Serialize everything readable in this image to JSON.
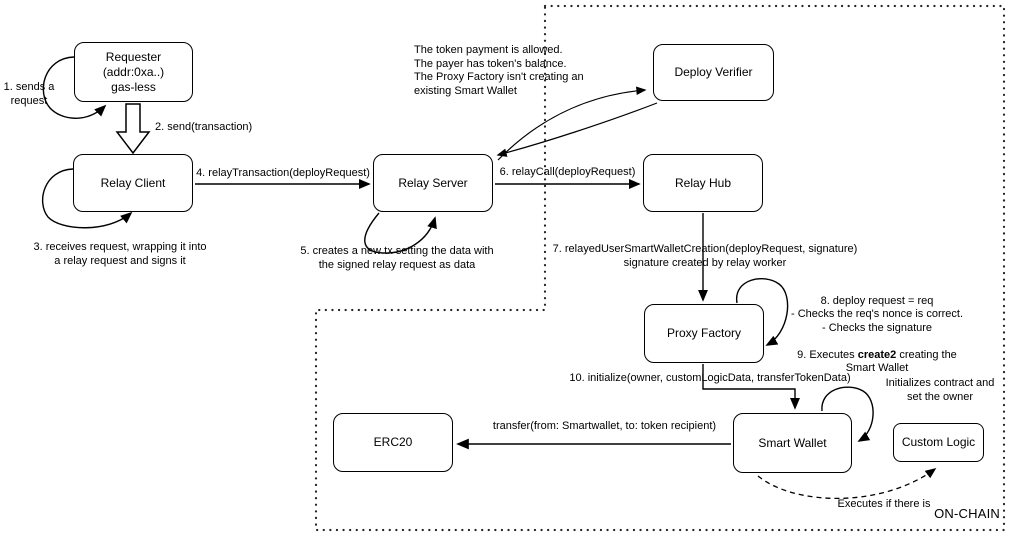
{
  "boxes": {
    "requester": "Requester\n(addr:0xa..)\ngas-less",
    "relay_client": "Relay Client",
    "relay_server": "Relay Server",
    "deploy_verifier": "Deploy Verifier",
    "relay_hub": "Relay Hub",
    "proxy_factory": "Proxy Factory",
    "smart_wallet": "Smart Wallet",
    "erc20": "ERC20",
    "custom_logic": "Custom Logic"
  },
  "labels": {
    "step1": "1. sends a\nrequest",
    "step2": "2. send(transaction)",
    "step3": "3. receives request, wrapping it into\na relay request and signs it",
    "step4": "4. relayTransaction(deployRequest)",
    "step5": "5. creates a new tx setting the data with\nthe signed relay request as data",
    "step6": "6. relayCall(deployRequest)",
    "step7": "7. relayedUserSmartWalletCreation(deployRequest, signature)\nsignature created by relay worker",
    "step8": "8. deploy request = req\n- Checks the req's nonce is correct.\n- Checks the signature",
    "step9_prefix": "9. Executes ",
    "step9_bold": "create2",
    "step9_suffix": " creating the\nSmart Wallet",
    "step10": "10. initialize(owner, customLogicData, transferTokenData)",
    "verifier_note": "The token payment is allowed.\nThe payer has token's balance.\nThe Proxy Factory isn't creating an\nexisting Smart Wallet",
    "transfer": "transfer(from: Smartwallet, to: token recipient)",
    "init_note": "Initializes contract and\nset the owner",
    "executes_note": "Executes if there is",
    "onchain": "ON-CHAIN"
  },
  "colors": {
    "stroke": "#000000",
    "background": "#ffffff"
  }
}
